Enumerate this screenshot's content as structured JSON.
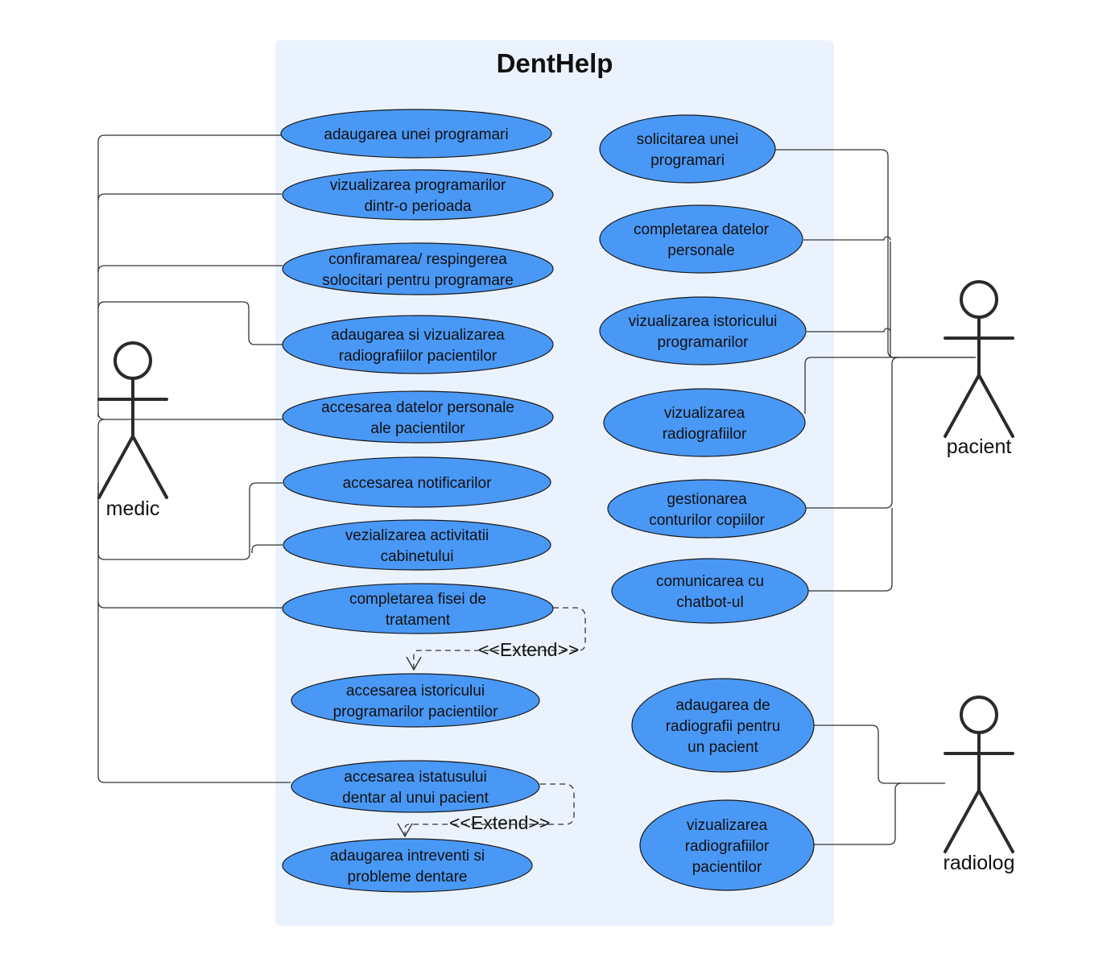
{
  "system": {
    "title": "DentHelp"
  },
  "colors": {
    "usecase_fill": "#4a98f5",
    "boundary_fill": "#eaf3fd",
    "line": "#333333"
  },
  "actors": {
    "medic": {
      "label": "medic"
    },
    "pacient": {
      "label": "pacient"
    },
    "radiolog": {
      "label": "radiolog"
    }
  },
  "use_cases": {
    "medic": [
      {
        "id": "m1",
        "lines": [
          "adaugarea unei programari"
        ]
      },
      {
        "id": "m2",
        "lines": [
          "vizualizarea programarilor",
          "dintr-o perioada"
        ]
      },
      {
        "id": "m3",
        "lines": [
          "confiramarea/ respingerea",
          "solocitari pentru programare"
        ]
      },
      {
        "id": "m4",
        "lines": [
          "adaugarea si vizualizarea",
          "radiografiilor pacientilor"
        ]
      },
      {
        "id": "m5",
        "lines": [
          "accesarea datelor personale",
          "ale pacientilor"
        ]
      },
      {
        "id": "m6",
        "lines": [
          "accesarea notificarilor"
        ]
      },
      {
        "id": "m7",
        "lines": [
          "vezializarea activitatii",
          "cabinetului"
        ]
      },
      {
        "id": "m8",
        "lines": [
          "completarea fisei de",
          "tratament"
        ]
      },
      {
        "id": "m9",
        "lines": [
          "accesarea istoricului",
          "programarilor pacientilor"
        ]
      },
      {
        "id": "m10",
        "lines": [
          "accesarea istatusului",
          "dentar al unui pacient"
        ]
      },
      {
        "id": "m11",
        "lines": [
          "adaugarea intreventi si",
          "probleme dentare"
        ]
      }
    ],
    "pacient": [
      {
        "id": "p1",
        "lines": [
          "solicitarea unei",
          "programari"
        ]
      },
      {
        "id": "p2",
        "lines": [
          "completarea datelor",
          "personale"
        ]
      },
      {
        "id": "p3",
        "lines": [
          "vizualizarea istoricului",
          "programarilor"
        ]
      },
      {
        "id": "p4",
        "lines": [
          "vizualizarea",
          "radiografiilor"
        ]
      },
      {
        "id": "p5",
        "lines": [
          "gestionarea",
          "conturilor copiilor"
        ]
      },
      {
        "id": "p6",
        "lines": [
          "comunicarea cu",
          "chatbot-ul"
        ]
      }
    ],
    "radiolog": [
      {
        "id": "r1",
        "lines": [
          "adaugarea de",
          "radiografii pentru",
          "un pacient"
        ]
      },
      {
        "id": "r2",
        "lines": [
          "vizualizarea",
          "radiografiilor",
          "pacientilor"
        ]
      }
    ]
  },
  "relations": {
    "extend_1": {
      "label": "<<Extend>>",
      "from": "m8",
      "to": "m9"
    },
    "extend_2": {
      "label": "<<Extend>>",
      "from": "m10",
      "to": "m11"
    }
  }
}
